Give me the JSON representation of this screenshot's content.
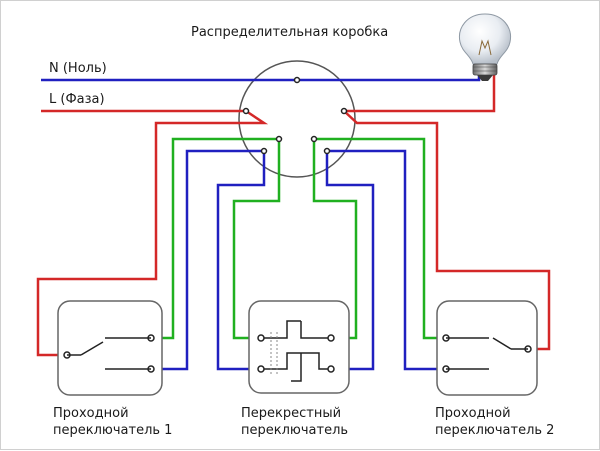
{
  "title": "Распределительная коробка",
  "neutral_label": "N (Ноль)",
  "phase_label": "L (Фаза)",
  "switches": [
    {
      "line1": "Проходной",
      "line2": "переключатель 1"
    },
    {
      "line1": "Перекрестный",
      "line2": "переключатель"
    },
    {
      "line1": "Проходной",
      "line2": "переключатель 2"
    }
  ],
  "wire_colors": {
    "neutral": "#2020c0",
    "phase": "#d42828",
    "traveler_green": "#20b020",
    "traveler_blue": "#2020c0"
  },
  "icons": [
    "light-bulb-icon",
    "junction-box-icon",
    "two-way-switch-icon",
    "cross-switch-icon"
  ]
}
